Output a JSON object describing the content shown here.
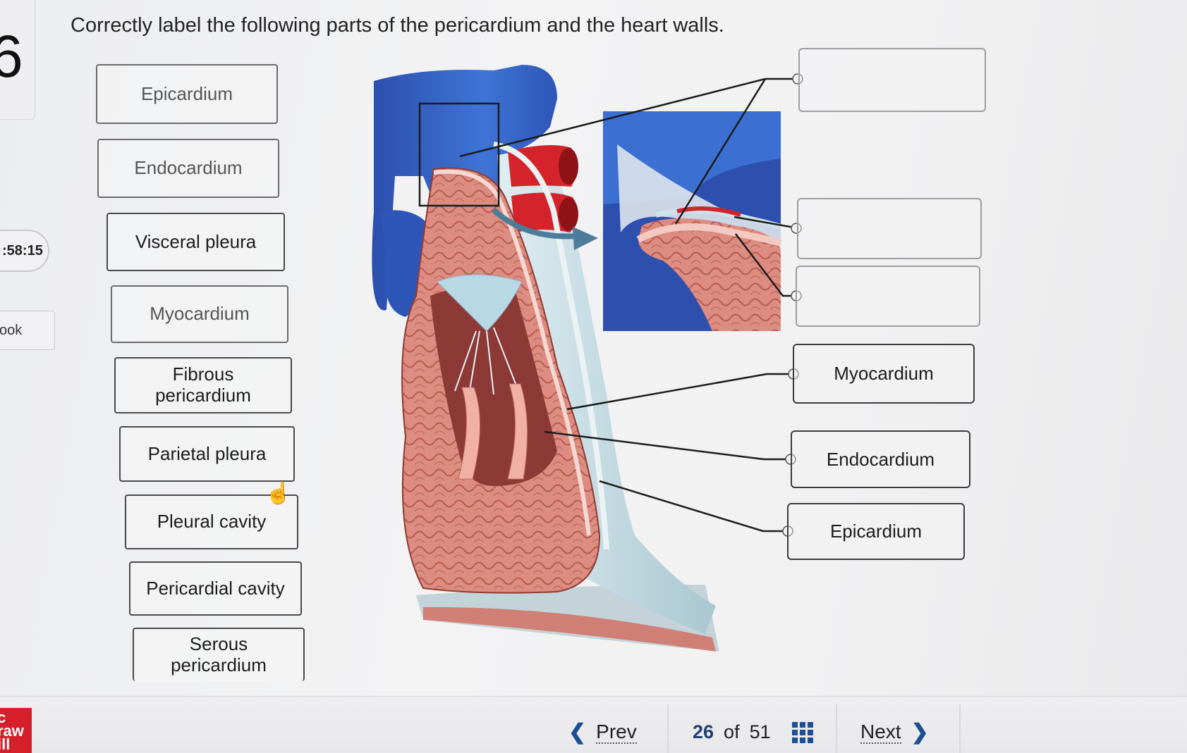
{
  "question": {
    "side_digit": "6",
    "timer": ":58:15",
    "ebook_tab": "ook",
    "prompt": "Correctly label the following parts of the pericardium and the heart walls."
  },
  "label_bank": [
    {
      "text": "Epicardium"
    },
    {
      "text": "Endocardium"
    },
    {
      "text": "Visceral pleura"
    },
    {
      "text": "Myocardium"
    },
    {
      "text": "Fibrous pericardium"
    },
    {
      "text": "Parietal pleura"
    },
    {
      "text": "Pleural cavity"
    },
    {
      "text": "Pericardial cavity"
    },
    {
      "text": "Serous pericardium"
    }
  ],
  "drop_targets": [
    {
      "text": ""
    },
    {
      "text": ""
    },
    {
      "text": ""
    },
    {
      "text": "Myocardium"
    },
    {
      "text": "Endocardium"
    },
    {
      "text": "Epicardium"
    }
  ],
  "footer": {
    "brand_lines": [
      "c",
      "raw",
      "ill"
    ],
    "prev_label": "Prev",
    "current_page": "26",
    "of_label": "of",
    "total_pages": "51",
    "next_label": "Next"
  },
  "colors": {
    "vein_blue": "#2f5fc4",
    "artery_red": "#d4232b",
    "myocardium": "#c8645a",
    "pericardium": "#b8d6e0",
    "accent_nav": "#1f4f91"
  }
}
